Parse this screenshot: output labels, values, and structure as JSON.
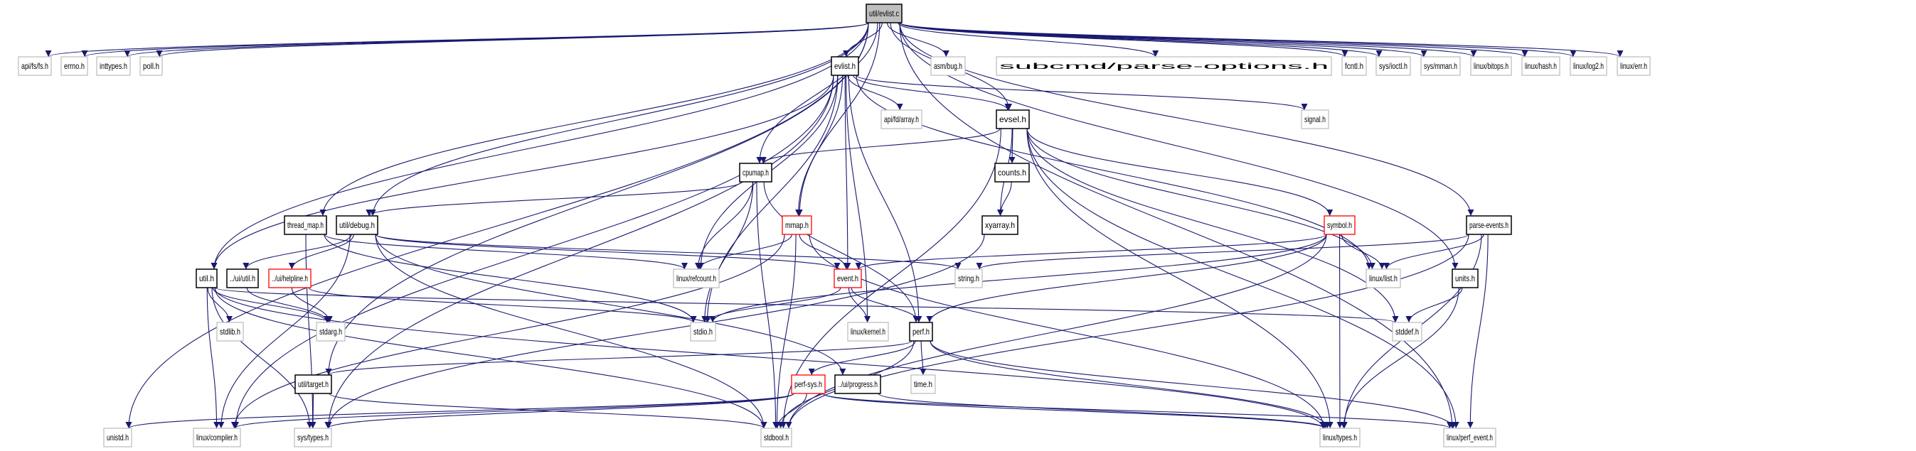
{
  "root": "util/evlist.c",
  "colors": {
    "edge": "#191970",
    "root_fill": "#bfbfbf",
    "documented_border": "#000000",
    "external_border": "#c0c0c0",
    "truncated_border": "#ff0000"
  },
  "nodes": [
    {
      "id": "evlist_c",
      "label": "util/evlist.c",
      "kind": "root"
    },
    {
      "id": "fs",
      "label": "api/fs/fs.h",
      "kind": "external"
    },
    {
      "id": "errno",
      "label": "errno.h",
      "kind": "external"
    },
    {
      "id": "inttypes",
      "label": "inttypes.h",
      "kind": "external"
    },
    {
      "id": "poll",
      "label": "poll.h",
      "kind": "external"
    },
    {
      "id": "evlist_h",
      "label": "evlist.h",
      "kind": "documented"
    },
    {
      "id": "asmbug",
      "label": "asm/bug.h",
      "kind": "external"
    },
    {
      "id": "parseopt",
      "label": "subcmd/parse-options.h",
      "kind": "external"
    },
    {
      "id": "fcntl",
      "label": "fcntl.h",
      "kind": "external"
    },
    {
      "id": "ioctl",
      "label": "sys/ioctl.h",
      "kind": "external"
    },
    {
      "id": "mman",
      "label": "sys/mman.h",
      "kind": "external"
    },
    {
      "id": "bitops",
      "label": "linux/bitops.h",
      "kind": "external"
    },
    {
      "id": "hash",
      "label": "linux/hash.h",
      "kind": "external"
    },
    {
      "id": "log2",
      "label": "linux/log2.h",
      "kind": "external"
    },
    {
      "id": "err",
      "label": "linux/err.h",
      "kind": "external"
    },
    {
      "id": "fdarray",
      "label": "api/fd/array.h",
      "kind": "external"
    },
    {
      "id": "evsel",
      "label": "evsel.h",
      "kind": "documented"
    },
    {
      "id": "signal",
      "label": "signal.h",
      "kind": "external"
    },
    {
      "id": "cpumap",
      "label": "cpumap.h",
      "kind": "documented"
    },
    {
      "id": "counts",
      "label": "counts.h",
      "kind": "documented"
    },
    {
      "id": "threadmap",
      "label": "thread_map.h",
      "kind": "documented"
    },
    {
      "id": "debug",
      "label": "util/debug.h",
      "kind": "documented"
    },
    {
      "id": "mmap",
      "label": "mmap.h",
      "kind": "truncated"
    },
    {
      "id": "xyarray",
      "label": "xyarray.h",
      "kind": "documented"
    },
    {
      "id": "symbol",
      "label": "symbol.h",
      "kind": "truncated"
    },
    {
      "id": "parseev",
      "label": "parse-events.h",
      "kind": "documented"
    },
    {
      "id": "util",
      "label": "util.h",
      "kind": "documented"
    },
    {
      "id": "uiutil",
      "label": "../ui/util.h",
      "kind": "documented"
    },
    {
      "id": "helpline",
      "label": "../ui/helpline.h",
      "kind": "truncated"
    },
    {
      "id": "refcount",
      "label": "linux/refcount.h",
      "kind": "external"
    },
    {
      "id": "event",
      "label": "event.h",
      "kind": "truncated"
    },
    {
      "id": "string",
      "label": "string.h",
      "kind": "external"
    },
    {
      "id": "list",
      "label": "linux/list.h",
      "kind": "external"
    },
    {
      "id": "units",
      "label": "units.h",
      "kind": "documented"
    },
    {
      "id": "stdlib",
      "label": "stdlib.h",
      "kind": "external"
    },
    {
      "id": "stdarg",
      "label": "stdarg.h",
      "kind": "external"
    },
    {
      "id": "stdio",
      "label": "stdio.h",
      "kind": "external"
    },
    {
      "id": "kernel",
      "label": "linux/kernel.h",
      "kind": "external"
    },
    {
      "id": "perf",
      "label": "perf.h",
      "kind": "documented"
    },
    {
      "id": "stddef",
      "label": "stddef.h",
      "kind": "external"
    },
    {
      "id": "target",
      "label": "util/target.h",
      "kind": "documented"
    },
    {
      "id": "perfsys",
      "label": "perf-sys.h",
      "kind": "truncated"
    },
    {
      "id": "progress",
      "label": "../ui/progress.h",
      "kind": "documented"
    },
    {
      "id": "time",
      "label": "time.h",
      "kind": "external"
    },
    {
      "id": "unistd",
      "label": "unistd.h",
      "kind": "external"
    },
    {
      "id": "compiler",
      "label": "linux/compiler.h",
      "kind": "external"
    },
    {
      "id": "systypes",
      "label": "sys/types.h",
      "kind": "external"
    },
    {
      "id": "stdbool",
      "label": "stdbool.h",
      "kind": "external"
    },
    {
      "id": "ltypes",
      "label": "linux/types.h",
      "kind": "external"
    },
    {
      "id": "perfevent",
      "label": "linux/perf_event.h",
      "kind": "external"
    }
  ],
  "edges": [
    [
      "evlist_c",
      "fs"
    ],
    [
      "evlist_c",
      "errno"
    ],
    [
      "evlist_c",
      "inttypes"
    ],
    [
      "evlist_c",
      "poll"
    ],
    [
      "evlist_c",
      "evlist_h"
    ],
    [
      "evlist_c",
      "asmbug"
    ],
    [
      "evlist_c",
      "parseopt"
    ],
    [
      "evlist_c",
      "fcntl"
    ],
    [
      "evlist_c",
      "ioctl"
    ],
    [
      "evlist_c",
      "mman"
    ],
    [
      "evlist_c",
      "bitops"
    ],
    [
      "evlist_c",
      "hash"
    ],
    [
      "evlist_c",
      "log2"
    ],
    [
      "evlist_c",
      "err"
    ],
    [
      "evlist_c",
      "unistd"
    ],
    [
      "evlist_c",
      "target"
    ],
    [
      "evlist_c",
      "util"
    ],
    [
      "evlist_c",
      "threadmap"
    ],
    [
      "evlist_c",
      "debug"
    ],
    [
      "evlist_c",
      "cpumap"
    ],
    [
      "evlist_c",
      "evsel"
    ],
    [
      "evlist_c",
      "units"
    ],
    [
      "evlist_c",
      "parseev"
    ],
    [
      "evlist_c",
      "perfevent"
    ],
    [
      "evlist_c",
      "mmap"
    ],
    [
      "evlist_h",
      "evsel"
    ],
    [
      "evlist_h",
      "signal"
    ],
    [
      "evlist_h",
      "fdarray"
    ],
    [
      "evlist_h",
      "mmap"
    ],
    [
      "evlist_h",
      "event"
    ],
    [
      "evlist_h",
      "kernel"
    ],
    [
      "evlist_h",
      "perf"
    ],
    [
      "evlist_h",
      "list"
    ],
    [
      "evlist_h",
      "refcount"
    ],
    [
      "evlist_h",
      "stdio"
    ],
    [
      "evlist_h",
      "util"
    ],
    [
      "evlist_h",
      "compiler"
    ],
    [
      "evlist_h",
      "systypes"
    ],
    [
      "evsel",
      "cpumap"
    ],
    [
      "evsel",
      "counts"
    ],
    [
      "evsel",
      "xyarray"
    ],
    [
      "evsel",
      "symbol"
    ],
    [
      "evsel",
      "list"
    ],
    [
      "evsel",
      "stddef"
    ],
    [
      "evsel",
      "stdbool"
    ],
    [
      "evsel",
      "ltypes"
    ],
    [
      "evsel",
      "perfevent"
    ],
    [
      "counts",
      "xyarray"
    ],
    [
      "cpumap",
      "debug"
    ],
    [
      "cpumap",
      "refcount"
    ],
    [
      "cpumap",
      "stdio"
    ],
    [
      "cpumap",
      "stdbool"
    ],
    [
      "cpumap",
      "perf"
    ],
    [
      "threadmap",
      "systypes"
    ],
    [
      "threadmap",
      "stdio"
    ],
    [
      "threadmap",
      "refcount"
    ],
    [
      "debug",
      "uiutil"
    ],
    [
      "debug",
      "helpline"
    ],
    [
      "debug",
      "event"
    ],
    [
      "debug",
      "string"
    ],
    [
      "debug",
      "stdbool"
    ],
    [
      "debug",
      "compiler"
    ],
    [
      "debug",
      "progress"
    ],
    [
      "util",
      "stdlib"
    ],
    [
      "util",
      "stdarg"
    ],
    [
      "util",
      "compiler"
    ],
    [
      "util",
      "systypes"
    ],
    [
      "util",
      "stdbool"
    ],
    [
      "util",
      "stddef"
    ],
    [
      "util",
      "ltypes"
    ],
    [
      "uiutil",
      "stdarg"
    ],
    [
      "helpline",
      "stdarg"
    ],
    [
      "helpline",
      "stdio"
    ],
    [
      "mmap",
      "refcount"
    ],
    [
      "mmap",
      "event"
    ],
    [
      "mmap",
      "stdbool"
    ],
    [
      "mmap",
      "compiler"
    ],
    [
      "mmap",
      "ltypes"
    ],
    [
      "event",
      "stdio"
    ],
    [
      "event",
      "kernel"
    ],
    [
      "event",
      "perf"
    ],
    [
      "symbol",
      "event"
    ],
    [
      "symbol",
      "stdio"
    ],
    [
      "symbol",
      "list"
    ],
    [
      "symbol",
      "perf"
    ],
    [
      "symbol",
      "stdbool"
    ],
    [
      "symbol",
      "ltypes"
    ],
    [
      "parseev",
      "list"
    ],
    [
      "parseev",
      "string"
    ],
    [
      "parseev",
      "stdbool"
    ],
    [
      "parseev",
      "ltypes"
    ],
    [
      "parseev",
      "perfevent"
    ],
    [
      "units",
      "stddef"
    ],
    [
      "units",
      "ltypes"
    ],
    [
      "xyarray",
      "systypes"
    ],
    [
      "perf",
      "time"
    ],
    [
      "perf",
      "perfsys"
    ],
    [
      "perf",
      "target"
    ],
    [
      "perf",
      "stdbool"
    ],
    [
      "perf",
      "ltypes"
    ],
    [
      "perf",
      "perfevent"
    ],
    [
      "target",
      "systypes"
    ],
    [
      "target",
      "stdbool"
    ],
    [
      "perfsys",
      "unistd"
    ],
    [
      "perfsys",
      "systypes"
    ],
    [
      "perfsys",
      "compiler"
    ],
    [
      "perfsys",
      "stdbool"
    ],
    [
      "perfsys",
      "ltypes"
    ],
    [
      "perfsys",
      "perfevent"
    ],
    [
      "progress",
      "ltypes"
    ]
  ]
}
